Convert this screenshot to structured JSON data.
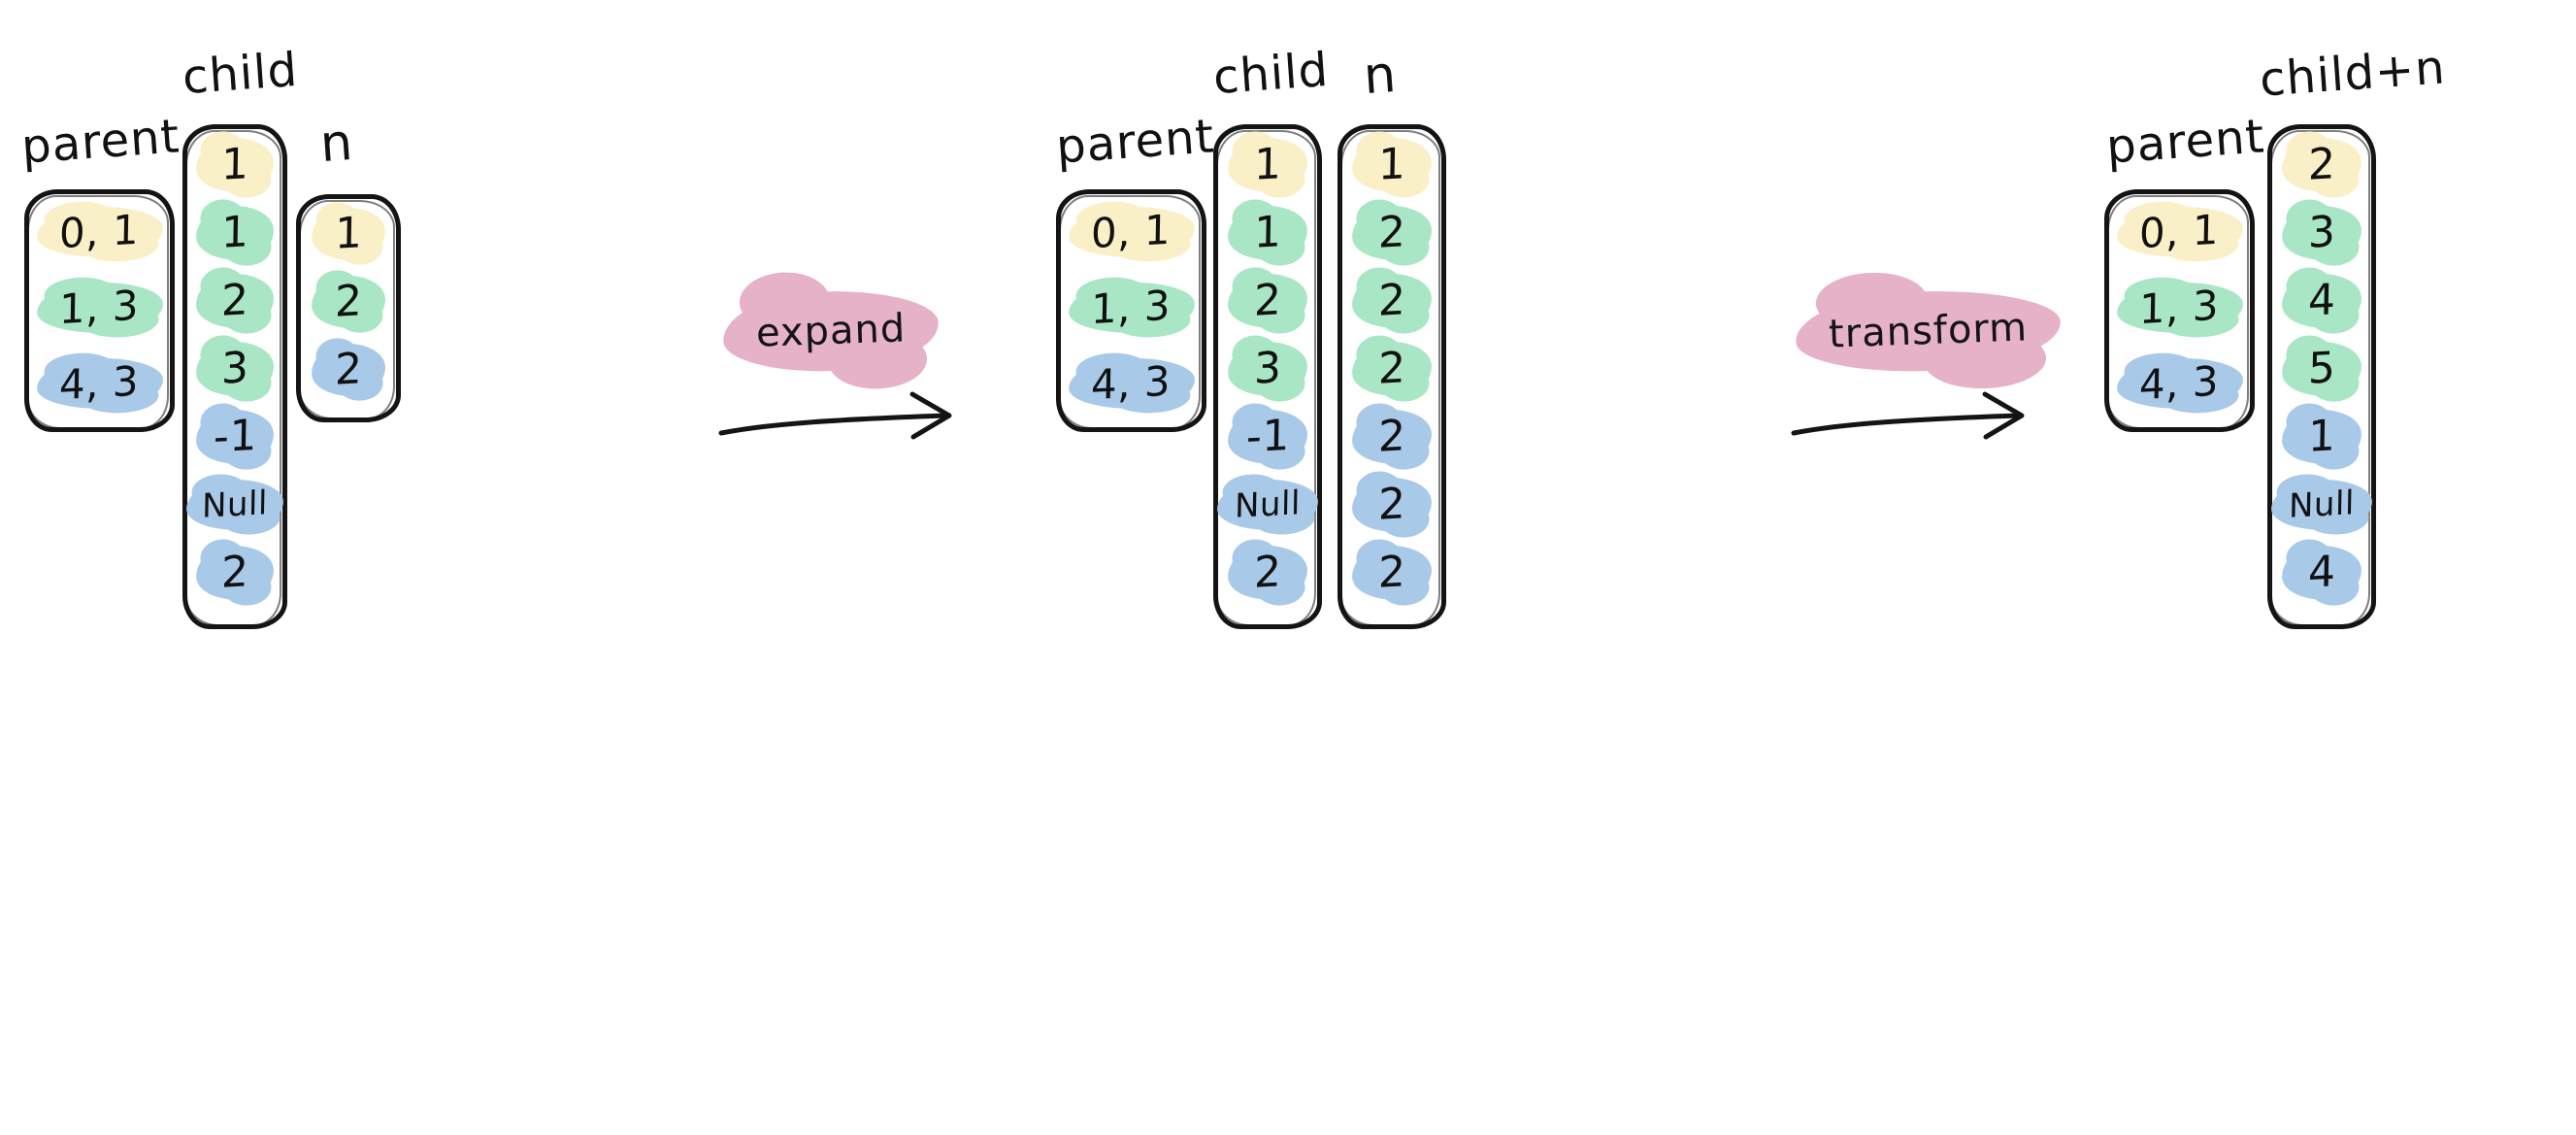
{
  "diagram": {
    "title": "expand and transform of parent/child/n columns",
    "colors": {
      "yellow": "#faf0c8",
      "green": "#a9e6c5",
      "blue": "#a9c9e9",
      "pink": "#e5b2c7",
      "ink": "#141414",
      "background": "#ffffff"
    }
  },
  "stages": [
    {
      "id": "before",
      "columns": [
        {
          "id": "left-parent",
          "label": "parent",
          "cells": [
            {
              "text": "0, 1",
              "color": "yellow"
            },
            {
              "text": "1, 3",
              "color": "green"
            },
            {
              "text": "4, 3",
              "color": "blue"
            }
          ]
        },
        {
          "id": "left-child",
          "label": "child",
          "cells": [
            {
              "text": "1",
              "color": "yellow"
            },
            {
              "text": "1",
              "color": "green"
            },
            {
              "text": "2",
              "color": "green"
            },
            {
              "text": "3",
              "color": "green"
            },
            {
              "text": "-1",
              "color": "blue"
            },
            {
              "text": "Null",
              "color": "blue"
            },
            {
              "text": "2",
              "color": "blue"
            }
          ]
        },
        {
          "id": "left-n",
          "label": "n",
          "cells": [
            {
              "text": "1",
              "color": "yellow"
            },
            {
              "text": "2",
              "color": "green"
            },
            {
              "text": "2",
              "color": "blue"
            }
          ]
        }
      ]
    },
    {
      "id": "expanded",
      "columns": [
        {
          "id": "mid-parent",
          "label": "parent",
          "cells": [
            {
              "text": "0, 1",
              "color": "yellow"
            },
            {
              "text": "1, 3",
              "color": "green"
            },
            {
              "text": "4, 3",
              "color": "blue"
            }
          ]
        },
        {
          "id": "mid-child",
          "label": "child",
          "cells": [
            {
              "text": "1",
              "color": "yellow"
            },
            {
              "text": "1",
              "color": "green"
            },
            {
              "text": "2",
              "color": "green"
            },
            {
              "text": "3",
              "color": "green"
            },
            {
              "text": "-1",
              "color": "blue"
            },
            {
              "text": "Null",
              "color": "blue"
            },
            {
              "text": "2",
              "color": "blue"
            }
          ]
        },
        {
          "id": "mid-n",
          "label": "n",
          "cells": [
            {
              "text": "1",
              "color": "yellow"
            },
            {
              "text": "2",
              "color": "green"
            },
            {
              "text": "2",
              "color": "green"
            },
            {
              "text": "2",
              "color": "green"
            },
            {
              "text": "2",
              "color": "blue"
            },
            {
              "text": "2",
              "color": "blue"
            },
            {
              "text": "2",
              "color": "blue"
            }
          ]
        }
      ]
    },
    {
      "id": "transformed",
      "columns": [
        {
          "id": "right-parent",
          "label": "parent",
          "cells": [
            {
              "text": "0, 1",
              "color": "yellow"
            },
            {
              "text": "1, 3",
              "color": "green"
            },
            {
              "text": "4, 3",
              "color": "blue"
            }
          ]
        },
        {
          "id": "right-childn",
          "label": "child+n",
          "cells": [
            {
              "text": "2",
              "color": "yellow"
            },
            {
              "text": "3",
              "color": "green"
            },
            {
              "text": "4",
              "color": "green"
            },
            {
              "text": "5",
              "color": "green"
            },
            {
              "text": "1",
              "color": "blue"
            },
            {
              "text": "Null",
              "color": "blue"
            },
            {
              "text": "4",
              "color": "blue"
            }
          ]
        }
      ]
    }
  ],
  "operations": [
    {
      "id": "expand",
      "label": "expand"
    },
    {
      "id": "transform",
      "label": "transform"
    }
  ]
}
